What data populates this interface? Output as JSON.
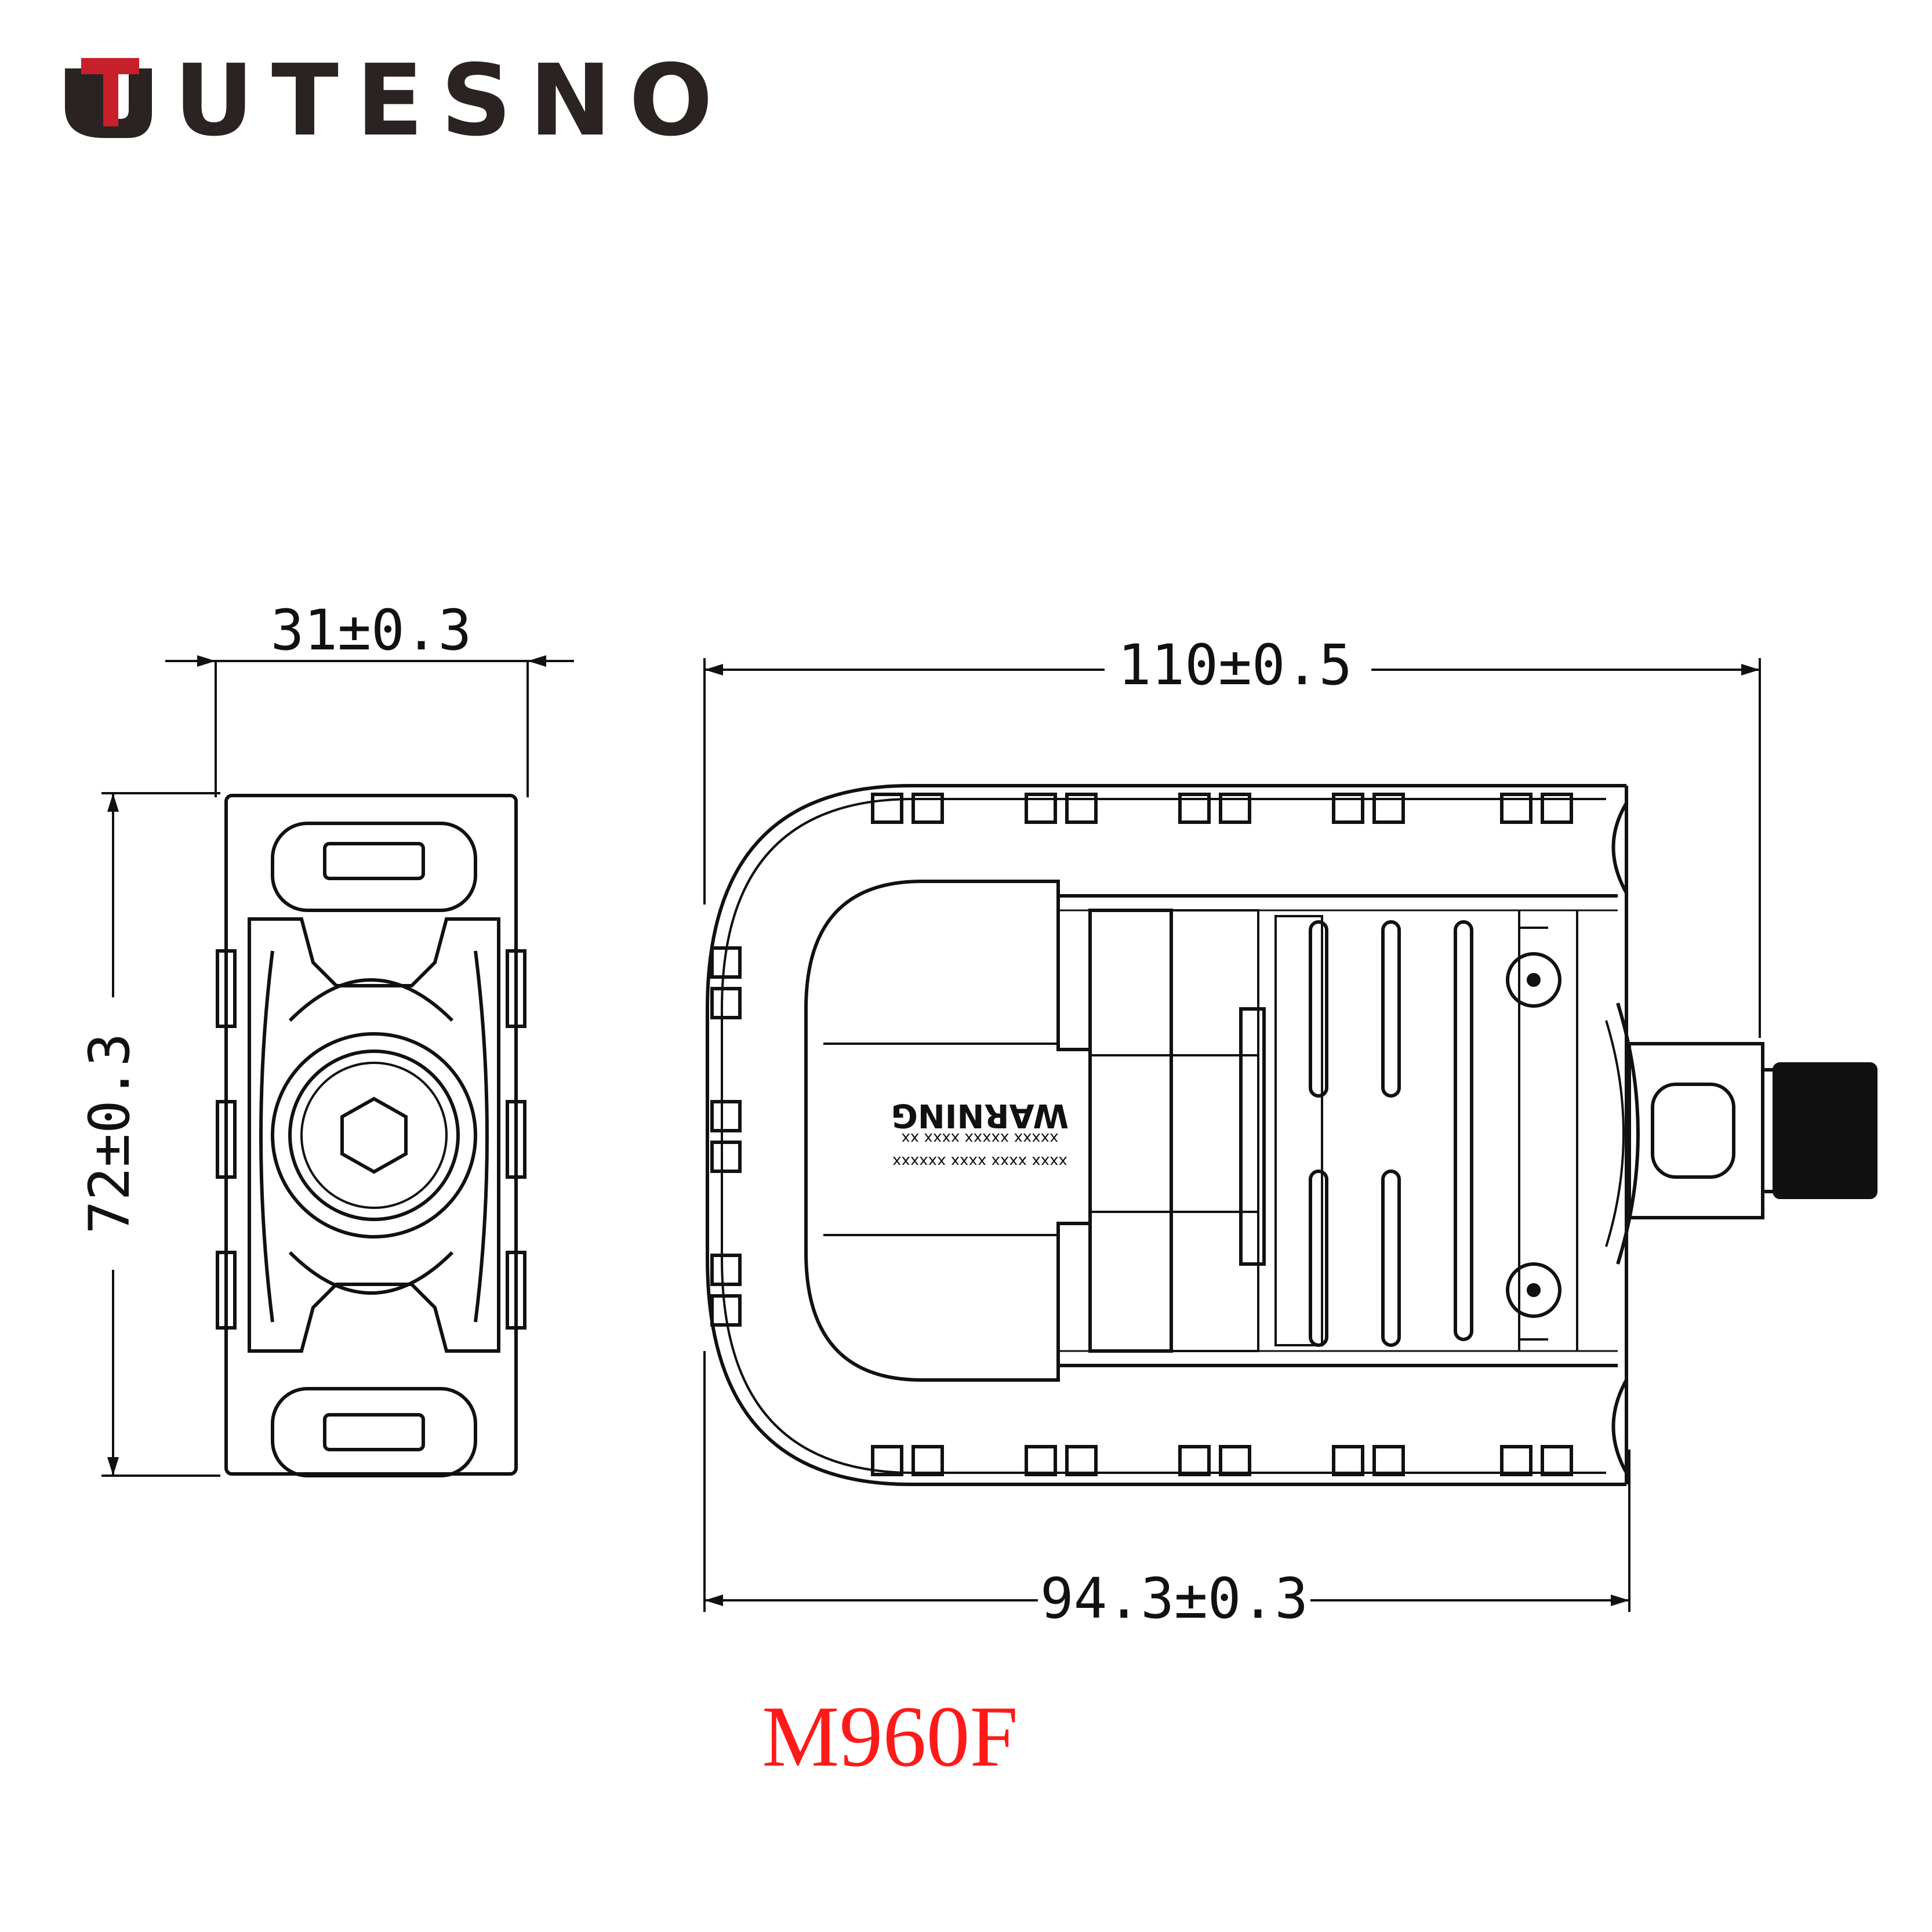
{
  "brand": {
    "name": "UTESNO",
    "logo_icon": "stylized-u-logo-icon",
    "colors": {
      "dark": "#2b2321",
      "accent": "#c8202a"
    }
  },
  "dimensions": {
    "width_side": "31±0.3",
    "height_side": "72±0.3",
    "overall_length": "110±0.5",
    "body_length": "94.3±0.3"
  },
  "engraving": {
    "heading": "WARNING",
    "line1": "xxxx xxxx xxxx xxxxxx",
    "line2": "xxxxx xxxxx xxxx xx"
  },
  "model": {
    "label": "M960F",
    "color": "#ff1a1a"
  },
  "colors": {
    "line": "#111111",
    "background": "#ffffff"
  }
}
